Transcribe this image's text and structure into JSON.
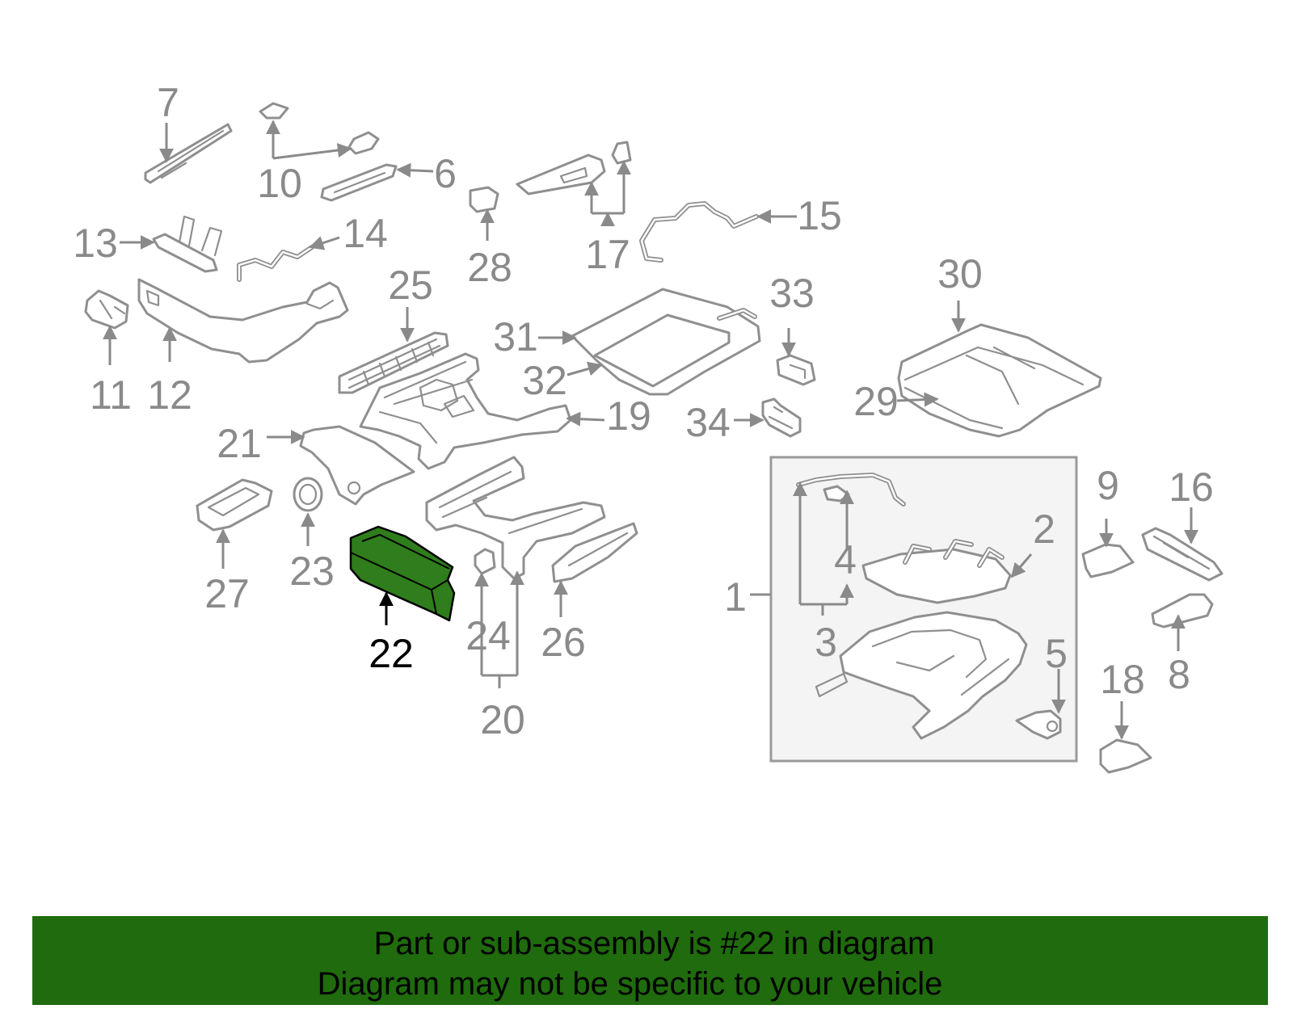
{
  "labels": {
    "l1": "1",
    "l2": "2",
    "l3": "3",
    "l4": "4",
    "l5": "5",
    "l6": "6",
    "l7": "7",
    "l8": "8",
    "l9": "9",
    "l10": "10",
    "l11": "11",
    "l12": "12",
    "l13": "13",
    "l14": "14",
    "l15": "15",
    "l16": "16",
    "l17": "17",
    "l18": "18",
    "l19": "19",
    "l20": "20",
    "l21": "21",
    "l22": "22",
    "l23": "23",
    "l24": "24",
    "l25": "25",
    "l26": "26",
    "l27": "27",
    "l28": "28",
    "l29": "29",
    "l30": "30",
    "l31": "31",
    "l32": "32",
    "l33": "33",
    "l34": "34"
  },
  "highlighted_part": "22",
  "colors": {
    "highlight_fill": "#2f7d1c",
    "banner_bg": "#1f6b0d",
    "line_gray": "#8f8f8f",
    "label_gray": "#8a8a8a",
    "inset_bg": "#f4f4f4"
  },
  "banner": {
    "line1": "Part or sub-assembly is #22 in diagram",
    "line2": "Diagram may not be specific to your vehicle"
  }
}
